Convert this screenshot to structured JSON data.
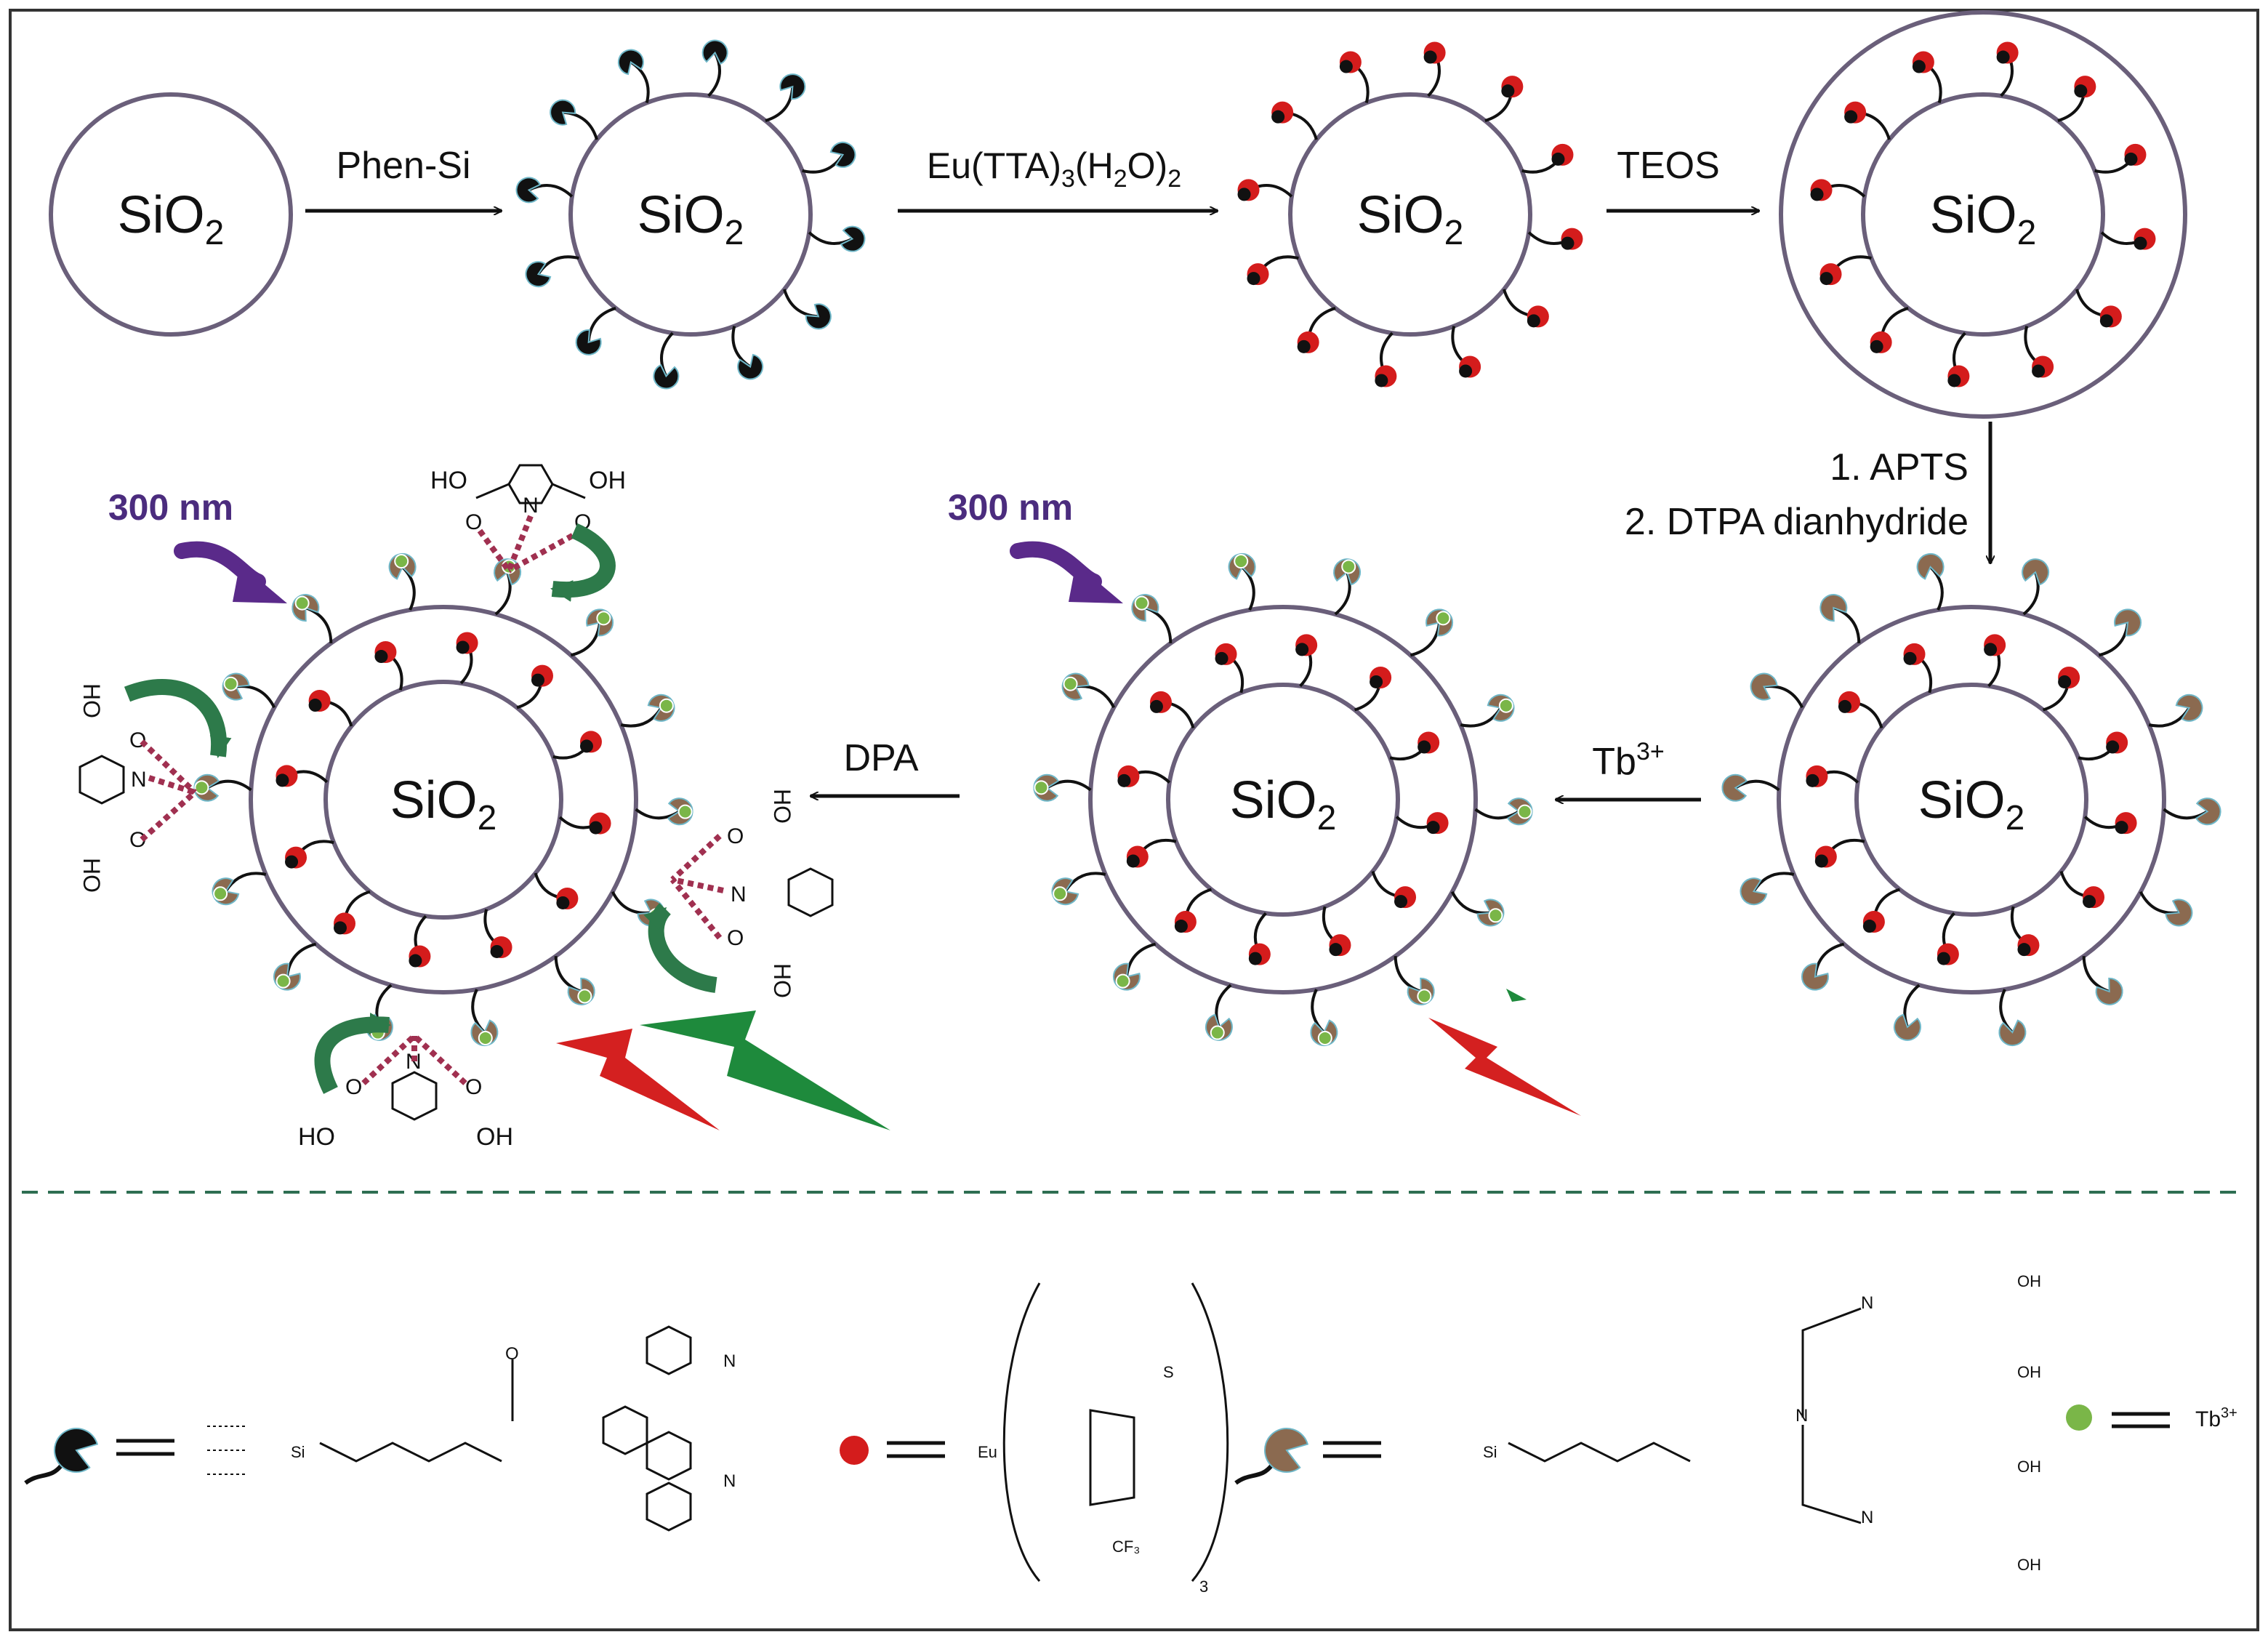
{
  "core_label": {
    "main": "SiO",
    "sub": "2"
  },
  "steps": {
    "phen_si": "Phen-Si",
    "eu_complex": {
      "a": "Eu(TTA)",
      "b": "3",
      "c": "(H",
      "d": "2",
      "e": "O)",
      "f": "2"
    },
    "teos": "TEOS",
    "apts": "1. APTS",
    "dtpa": "2. DTPA dianhydride",
    "tb": {
      "main": "Tb",
      "sup": "3+"
    },
    "dpa": "DPA"
  },
  "excitation": "300 nm",
  "chem": {
    "ho": "HO",
    "oh": "OH",
    "o": "O",
    "n": "N",
    "s": "S",
    "si": "Si",
    "eu": "Eu",
    "cf3": "CF₃",
    "sub3": "3",
    "h": "H"
  },
  "legend": {
    "tb": {
      "main": "Tb",
      "sup": "3+"
    }
  },
  "colors": {
    "shell": "#6a5f7a",
    "eu_complex": "#d41c1c",
    "tb_ion": "#7ab648",
    "dtpa_ligand": "#8b6a50",
    "uv_arrow": "#5a2a8a",
    "green_arrow": "#2d7a4a",
    "red_flash": "#d42020",
    "green_flash": "#1e8a3c",
    "dashed_divider": "#2e6e52"
  },
  "icons": [
    "phen-ligand-icon",
    "eu-complex-icon",
    "dtpa-ligand-icon",
    "tb-ion-icon",
    "excitation-arrow-icon",
    "energy-transfer-arrow-icon",
    "emission-flash-icon"
  ]
}
